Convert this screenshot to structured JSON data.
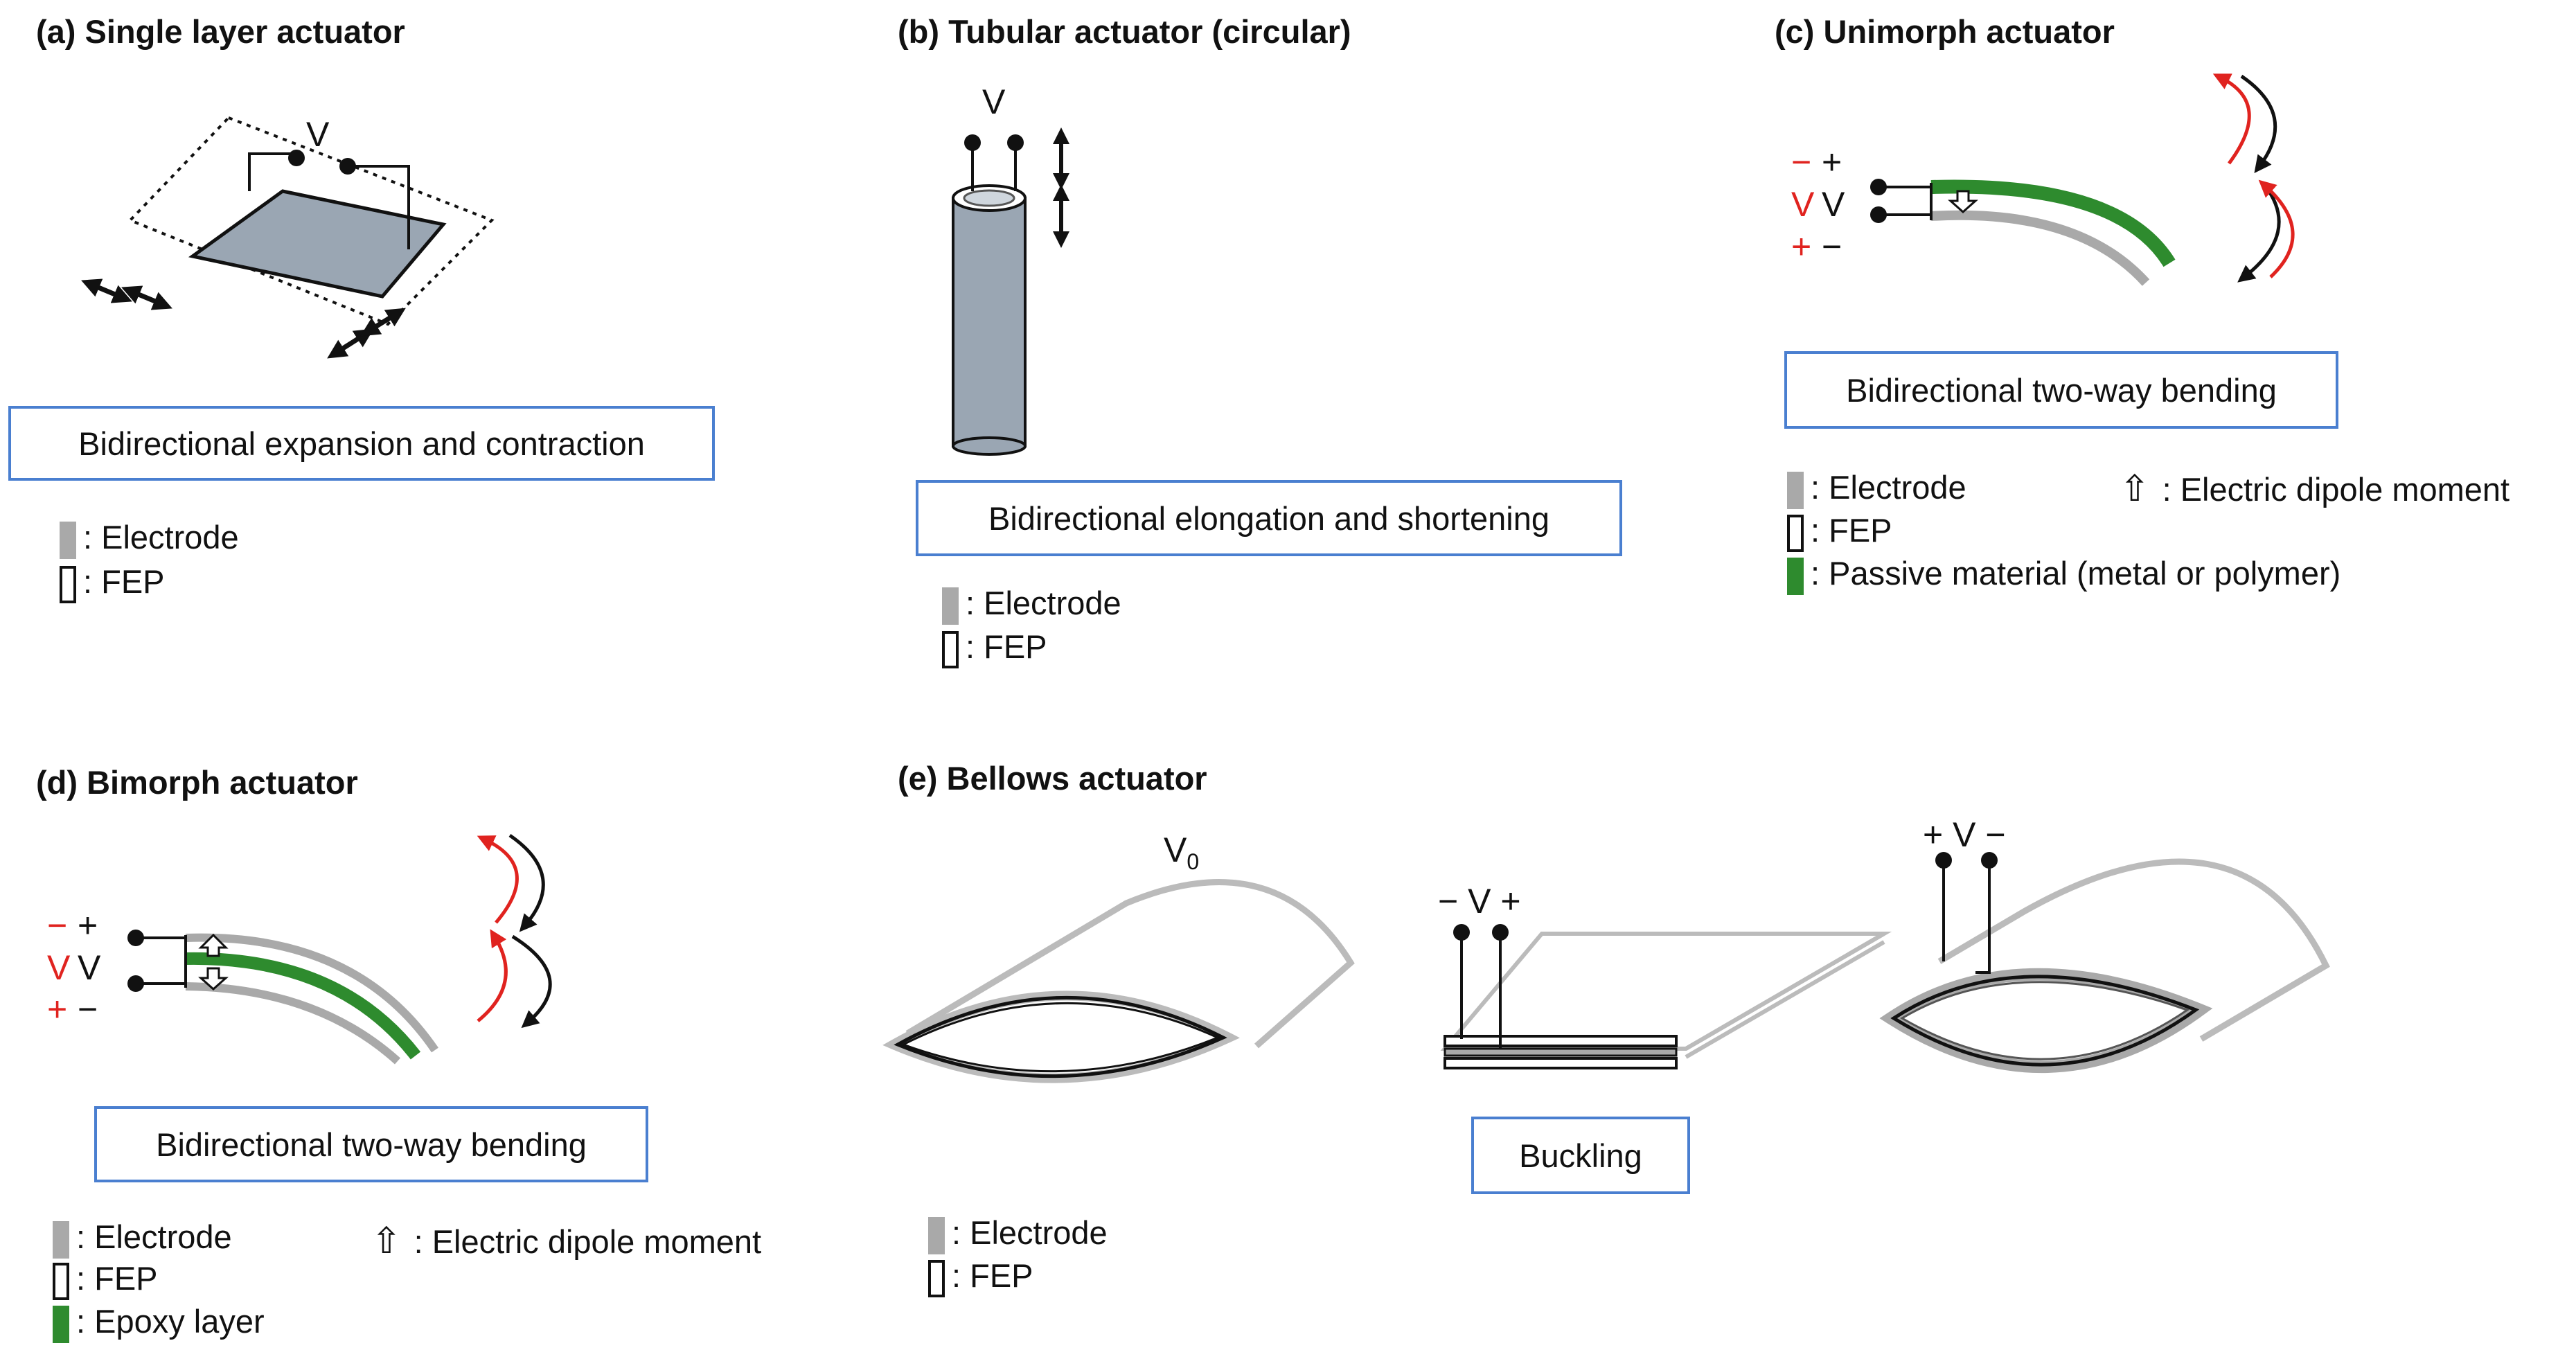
{
  "panels": {
    "a": {
      "title": "(a) Single layer actuator",
      "voltage": "V",
      "caption": "Bidirectional expansion and contraction",
      "legend": {
        "electrode": ": Electrode",
        "fep": ": FEP"
      }
    },
    "b": {
      "title": "(b) Tubular actuator (circular)",
      "voltage": "V",
      "caption": "Bidirectional elongation and shortening",
      "legend": {
        "electrode": ": Electrode",
        "fep": ": FEP"
      }
    },
    "c": {
      "title": "(c) Unimorph actuator",
      "caption": "Bidirectional two-way bending",
      "polarity": {
        "red_top": "−",
        "black_top": "+",
        "red_mid": "V",
        "black_mid": "V",
        "red_bot": "+",
        "black_bot": "−"
      },
      "legend": {
        "electrode": ": Electrode",
        "fep": ": FEP",
        "passive": ": Passive material (metal or polymer)",
        "dipole_icon": "⇧",
        "dipole": ": Electric dipole moment"
      }
    },
    "d": {
      "title": "(d) Bimorph actuator",
      "caption": "Bidirectional two-way bending",
      "polarity": {
        "red_top": "−",
        "black_top": "+",
        "red_mid": "V",
        "black_mid": "V",
        "red_bot": "+",
        "black_bot": "−"
      },
      "legend": {
        "electrode": ": Electrode",
        "fep": ": FEP",
        "epoxy": ": Epoxy layer",
        "dipole_icon": "⇧",
        "dipole": ": Electric dipole moment"
      }
    },
    "e": {
      "title": "(e) Bellows actuator",
      "v0": "V",
      "v0_sub": "0",
      "mid_voltage": "− V +",
      "right_voltage": "+ V −",
      "caption": "Buckling",
      "legend": {
        "electrode": ": Electrode",
        "fep": ": FEP"
      }
    }
  },
  "colors": {
    "box_border": "#4a7fd0",
    "electrode": "#a9a9a9",
    "passive": "#2e8b2e",
    "arrow_red": "#e0231f",
    "cylinder": "#9aa6b3"
  }
}
